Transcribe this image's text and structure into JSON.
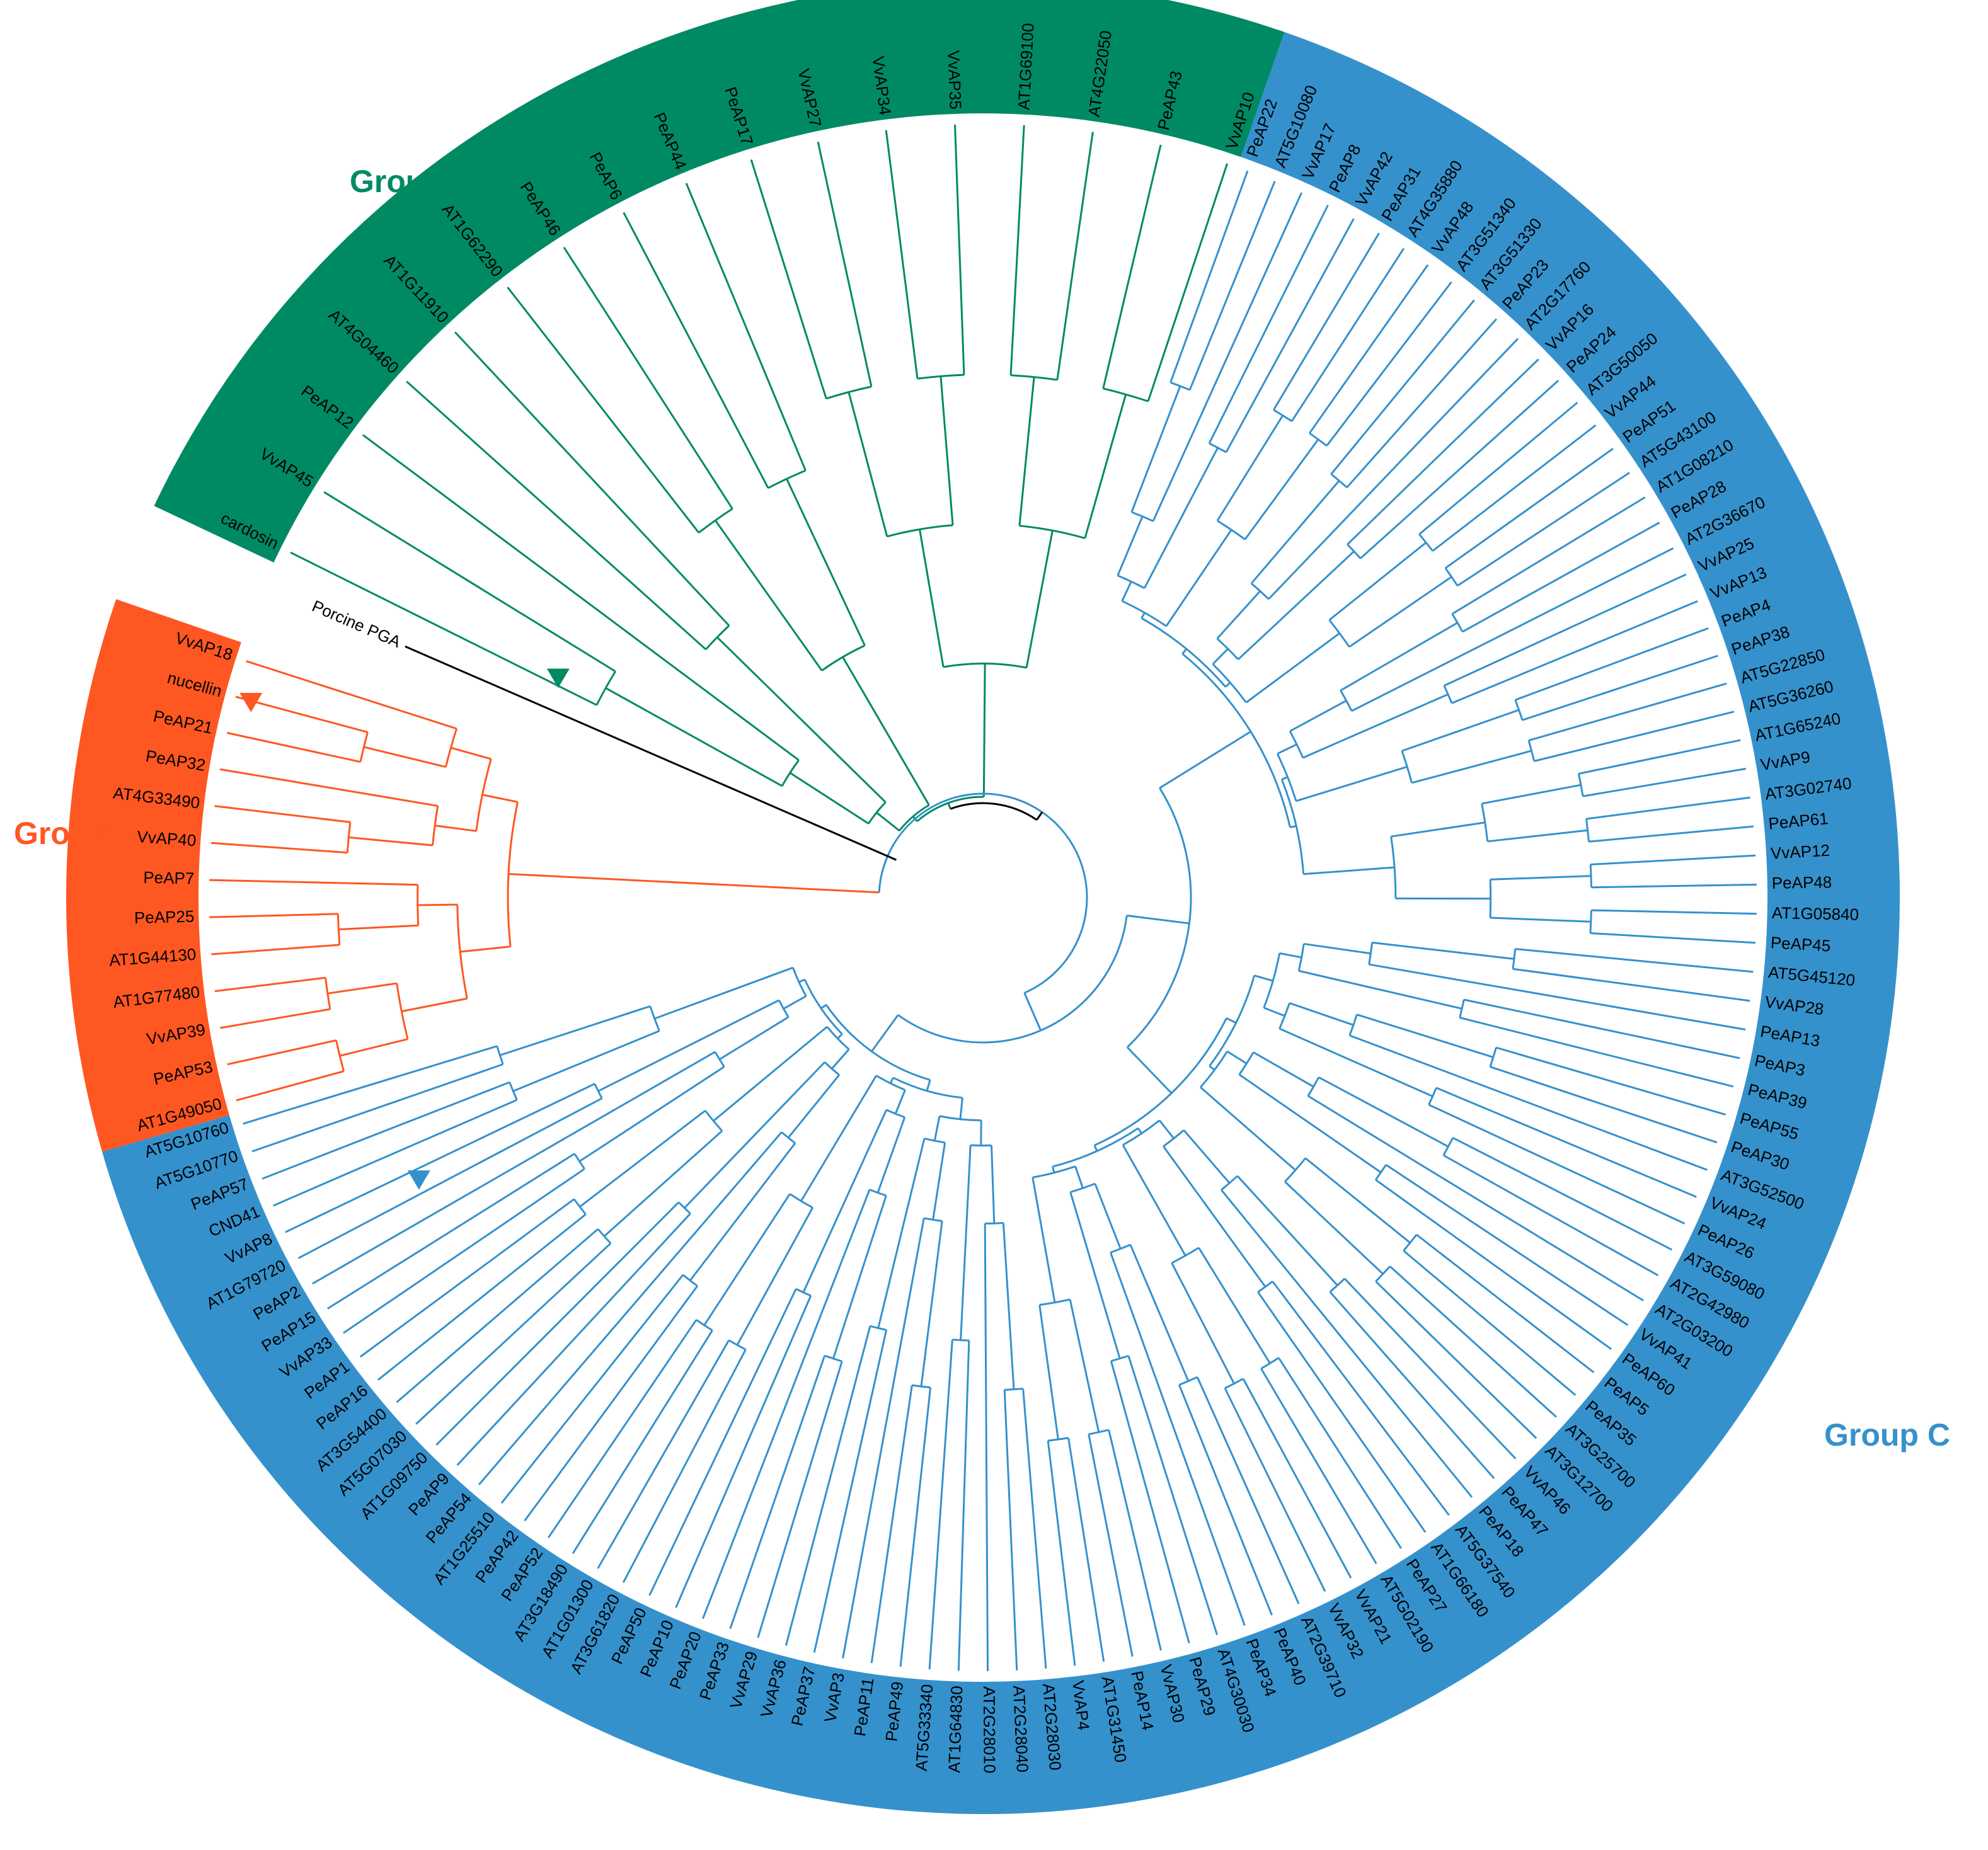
{
  "colors": {
    "group_a": "#008a64",
    "group_b": "#ff5722",
    "group_c": "#3591cc",
    "outgroup": "#000000",
    "label_text": "#000000"
  },
  "groups": [
    {
      "id": "group-a",
      "title": "Group A",
      "color_key": "group_a"
    },
    {
      "id": "group-b",
      "title": "Group B",
      "color_key": "group_b"
    },
    {
      "id": "group-c",
      "title": "Group C",
      "color_key": "group_c"
    }
  ],
  "outgroup_label": "Porcine PGA",
  "markers": [
    {
      "near_leaf": "nucellin",
      "color_key": "group_b",
      "shape": "triangle"
    },
    {
      "near_leaf": "cardosin",
      "color_key": "group_a",
      "shape": "triangle"
    },
    {
      "near_leaf": "CND41",
      "color_key": "group_c",
      "shape": "triangle"
    }
  ],
  "tree": {
    "layout": "circular",
    "newick_like": {
      "outgroup": "Porcine PGA",
      "group_a": [
        "cardosin",
        "VvAP45",
        "PeAP12",
        "AT4G04460",
        "AT1G11910",
        "AT1G62290",
        "PeAP46",
        "PeAP6",
        "PeAP44",
        "PeAP17",
        "VvAP27",
        "VvAP34",
        "VvAP35",
        "AT1G69100",
        "AT4G22050",
        "PeAP43",
        "VvAP10"
      ],
      "group_c_upper": [
        "PeAP22",
        "AT5G10080",
        "VvAP17",
        "PeAP8",
        "VvAP42",
        "PeAP31",
        "AT4G35880",
        "VvAP48",
        "AT3G51340",
        "AT3G51330",
        "PeAP23",
        "AT2G17760",
        "VvAP16",
        "PeAP24",
        "AT3G50050",
        "VvAP44",
        "PeAP51",
        "AT5G43100",
        "AT1G08210",
        "PeAP28",
        "AT2G36670",
        "VvAP25",
        "VvAP13",
        "PeAP4",
        "PeAP38",
        "AT5G22850",
        "AT5G36260",
        "AT1G65240",
        "VvAP9",
        "AT3G02740",
        "PeAP61",
        "VvAP12",
        "PeAP48",
        "AT1G05840",
        "PeAP45"
      ],
      "group_c_right": [
        "AT5G45120",
        "VvAP28",
        "PeAP13",
        "PeAP3",
        "PeAP39",
        "PeAP55",
        "PeAP30",
        "AT3G52500",
        "VvAP24",
        "PeAP26",
        "AT3G59080",
        "AT2G42980",
        "AT2G03200",
        "VvAP41",
        "PeAP60",
        "PeAP5",
        "PeAP35",
        "AT3G25700",
        "AT3G12700",
        "VvAP46",
        "PeAP47",
        "PeAP18",
        "AT5G37540",
        "AT1G66180",
        "PeAP27",
        "AT5G02190",
        "VvAP21",
        "VvAP32",
        "AT2G39710",
        "PeAP40",
        "PeAP34",
        "AT4G30030",
        "PeAP29",
        "VvAP30",
        "PeAP14",
        "AT1G31450",
        "VvAP4"
      ],
      "group_c_lower": [
        "AT2G28030",
        "AT2G28040",
        "AT2G28010",
        "AT1G64830",
        "AT5G33340",
        "PeAP49",
        "PeAP11",
        "VvAP3",
        "PeAP37",
        "VvAP36",
        "VvAP29",
        "PeAP33",
        "PeAP20",
        "PeAP10",
        "PeAP50",
        "AT3G61820",
        "AT1G01300",
        "AT3G18490",
        "PeAP52",
        "PeAP42",
        "AT1G25510",
        "PeAP54",
        "PeAP9",
        "AT1G09750",
        "AT5G07030",
        "AT3G54400",
        "PeAP16",
        "PeAP1",
        "VvAP33",
        "PeAP15",
        "PeAP2",
        "AT1G79720",
        "VvAP8",
        "CND41",
        "PeAP57",
        "AT5G10770",
        "AT5G10760"
      ],
      "group_b": [
        "AT1G49050",
        "PeAP53",
        "VvAP39",
        "AT1G77480",
        "AT1G44130",
        "PeAP25",
        "PeAP7",
        "VvAP40",
        "AT4G33490",
        "PeAP32",
        "PeAP21",
        "nucellin",
        "VvAP18"
      ]
    }
  }
}
